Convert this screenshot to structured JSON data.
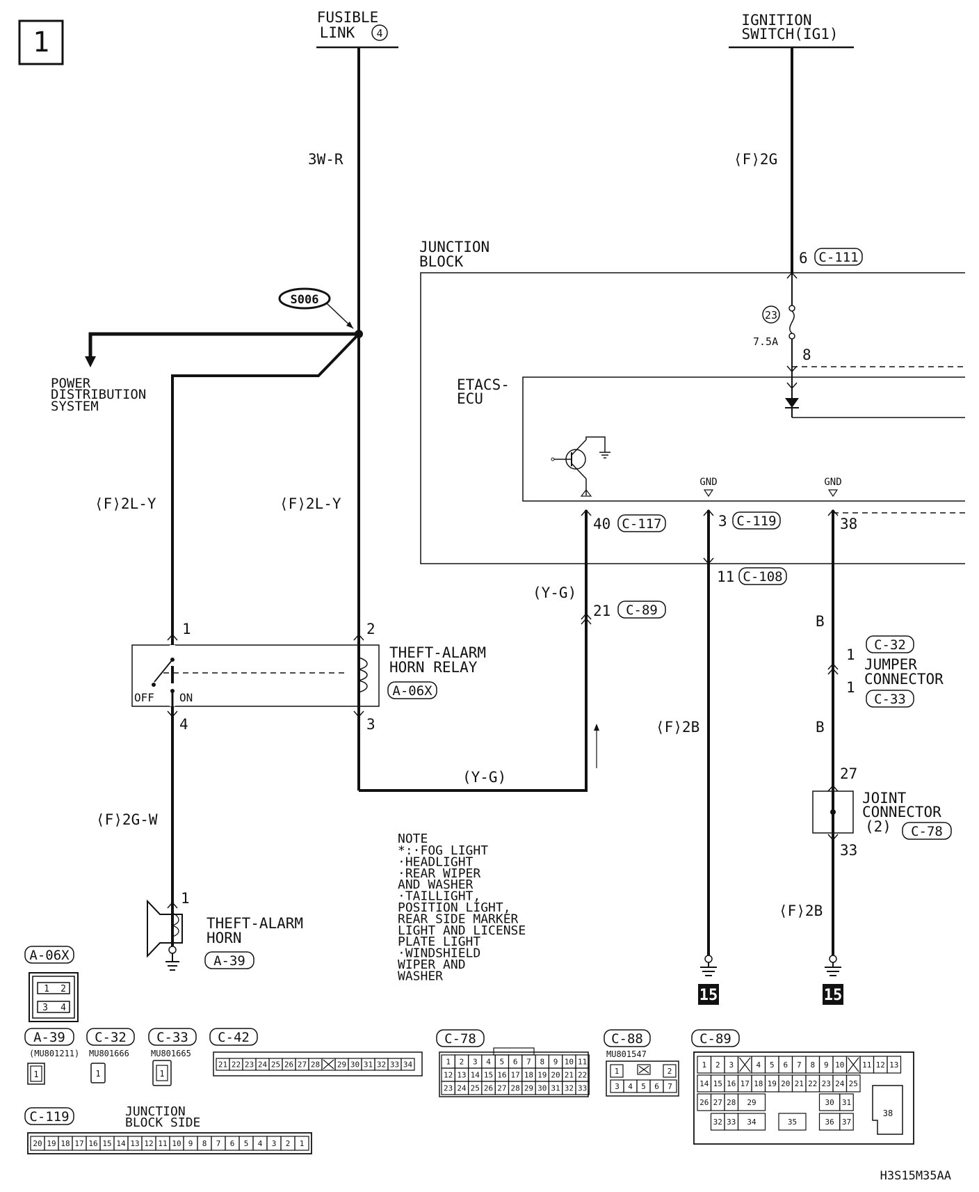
{
  "page": {
    "number": "1",
    "code": "H3S15M35AA"
  },
  "top_sources": {
    "fusible_link": {
      "line1": "FUSIBLE",
      "line2": "LINK",
      "circle_num": "4"
    },
    "ignition_switch": {
      "line1": "IGNITION",
      "line2": "SWITCH(IG1)"
    }
  },
  "wire_labels": {
    "w1": "3W-R",
    "w2": "⟨F⟩2G",
    "w3": "⟨F⟩2L-Y",
    "w4": "⟨F⟩2L-Y",
    "w5": "(Y-G)",
    "w6": "(Y-G)",
    "w7": "⟨F⟩2G-W",
    "w8": "⟨F⟩2B",
    "w9": "B",
    "w10": "B",
    "w11": "⟨F⟩2B"
  },
  "splice": "S006",
  "power_distribution": {
    "line1": "POWER",
    "line2": "DISTRIBUTION",
    "line3": "SYSTEM"
  },
  "junction_block": {
    "line1": "JUNCTION",
    "line2": "BLOCK",
    "fuse_num": "23",
    "fuse_rating": "7.5A",
    "pin_in": "6",
    "pin_in_conn": "C-111",
    "pin_out": "8"
  },
  "etacs": {
    "line1": "ETACS-",
    "line2": "ECU",
    "gnd1": "GND",
    "gnd2": "GND"
  },
  "pins": {
    "p40": "40",
    "c117": "C-117",
    "p3": "3",
    "c119": "C-119",
    "p38": "38",
    "p11": "11",
    "c108": "C-108",
    "p21": "21",
    "c89": "C-89",
    "r1": "1",
    "r2": "2",
    "r3": "3",
    "r4": "4",
    "off": "OFF",
    "on": "ON",
    "h1": "1",
    "j1a": "1",
    "j1b": "1",
    "jc27": "27",
    "jc33": "33"
  },
  "relay": {
    "line1": "THEFT-ALARM",
    "line2": "HORN RELAY",
    "conn": "A-06X"
  },
  "horn": {
    "line1": "THEFT-ALARM",
    "line2": "HORN",
    "conn": "A-39"
  },
  "jumper": {
    "conn_top": "C-32",
    "line1": "JUMPER",
    "line2": "CONNECTOR",
    "conn_bottom": "C-33"
  },
  "joint": {
    "line1": "JOINT",
    "line2": "CONNECTOR",
    "line3": "(2)",
    "conn": "C-78"
  },
  "ground_ref": {
    "g1": "15",
    "g2": "15"
  },
  "note": {
    "title": "NOTE",
    "lines": [
      "*:·FOG LIGHT",
      "  ·HEADLIGHT",
      "  ·REAR WIPER",
      "   AND WASHER",
      "  ·TAILLIGHT,",
      "   POSITION LIGHT,",
      "   REAR SIDE MARKER",
      "   LIGHT AND LICENSE",
      "   PLATE LIGHT",
      "  ·WINDSHIELD",
      "   WIPER AND",
      "   WASHER"
    ]
  },
  "connector_views": {
    "a06x": {
      "label": "A-06X",
      "pins": [
        "1",
        "2",
        "3",
        "4"
      ]
    },
    "a39": {
      "label": "A-39",
      "part": "(MU801211)",
      "pin": "1"
    },
    "c32": {
      "label": "C-32",
      "part": "MU801666",
      "pin": "1"
    },
    "c33": {
      "label": "C-33",
      "part": "MU801665",
      "pin": "1"
    },
    "c42": {
      "label": "C-42",
      "pins": [
        "21",
        "22",
        "23",
        "24",
        "25",
        "26",
        "27",
        "28",
        "X",
        "29",
        "30",
        "31",
        "32",
        "33",
        "34"
      ]
    },
    "c78": {
      "label": "C-78",
      "rows": [
        [
          "1",
          "2",
          "3",
          "4",
          "5",
          "6",
          "7",
          "8",
          "9",
          "10",
          "11"
        ],
        [
          "12",
          "13",
          "14",
          "15",
          "16",
          "17",
          "18",
          "19",
          "20",
          "21",
          "22"
        ],
        [
          "23",
          "24",
          "25",
          "26",
          "27",
          "28",
          "29",
          "30",
          "31",
          "32",
          "33"
        ]
      ]
    },
    "c88": {
      "label": "C-88",
      "part": "MU801547",
      "rows": [
        [
          "1",
          "X",
          "2"
        ],
        [
          "3",
          "4",
          "5",
          "6",
          "7"
        ]
      ]
    },
    "c89": {
      "label": "C-89",
      "rows": [
        [
          "1",
          "2",
          "3",
          "X",
          "4",
          "5",
          "6",
          "7",
          "8",
          "9",
          "10",
          "X",
          "11",
          "12",
          "13"
        ],
        [
          "14",
          "15",
          "16",
          "17",
          "18",
          "19",
          "20",
          "21",
          "22",
          "23",
          "24",
          "25"
        ],
        [
          "26",
          "27",
          "28",
          "29",
          "30",
          "31"
        ],
        [
          "32",
          "33",
          "34",
          "35",
          "36",
          "37"
        ]
      ],
      "big_pin": "38"
    },
    "c119": {
      "label": "C-119",
      "caption1": "JUNCTION",
      "caption2": "BLOCK SIDE",
      "pins": [
        "20",
        "19",
        "18",
        "17",
        "16",
        "15",
        "14",
        "13",
        "12",
        "11",
        "10",
        "9",
        "8",
        "7",
        "6",
        "5",
        "4",
        "3",
        "2",
        "1"
      ]
    }
  }
}
